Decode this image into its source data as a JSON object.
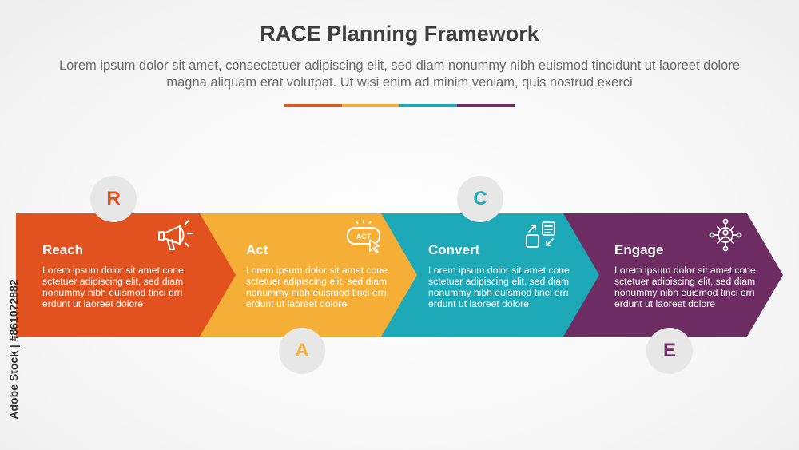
{
  "title": "RACE Planning Framework",
  "subtitle": "Lorem ipsum dolor sit amet, consectetuer adipiscing elit, sed diam nonummy nibh euismod tincidunt ut laoreet dolore magna aliquam erat volutpat. Ut wisi enim ad minim veniam, quis nostrud exerci",
  "divider_colors": [
    "#d95b23",
    "#f3ad3b",
    "#1fa6b6",
    "#6e2c61"
  ],
  "steps": [
    {
      "letter": "R",
      "name": "Reach",
      "desc": "Lorem ipsum dolor sit amet cone sctetuer adipiscing elit, sed diam nonummy nibh euismod tinci erri erdunt ut laoreet dolore",
      "color": "#e2521f",
      "icon": "megaphone-icon"
    },
    {
      "letter": "A",
      "name": "Act",
      "desc": "Lorem ipsum dolor sit amet cone sctetuer adipiscing elit, sed diam nonummy nibh euismod tinci erri erdunt ut laoreet dolore",
      "color": "#f5ae36",
      "icon": "act-button-icon",
      "icon_text": "ACT"
    },
    {
      "letter": "C",
      "name": "Convert",
      "desc": "Lorem ipsum dolor sit amet cone sctetuer adipiscing elit, sed diam nonummy nibh euismod tinci erri erdunt ut laoreet dolore",
      "color": "#1ea9b9",
      "icon": "conversion-icon"
    },
    {
      "letter": "E",
      "name": "Engage",
      "desc": "Lorem ipsum dolor sit amet cone sctetuer adipiscing elit, sed diam nonummy nibh euismod tinci erri erdunt ut laoreet dolore",
      "color": "#6d2d63",
      "icon": "network-user-icon"
    }
  ],
  "watermark": "Adobe Stock | #861072882"
}
